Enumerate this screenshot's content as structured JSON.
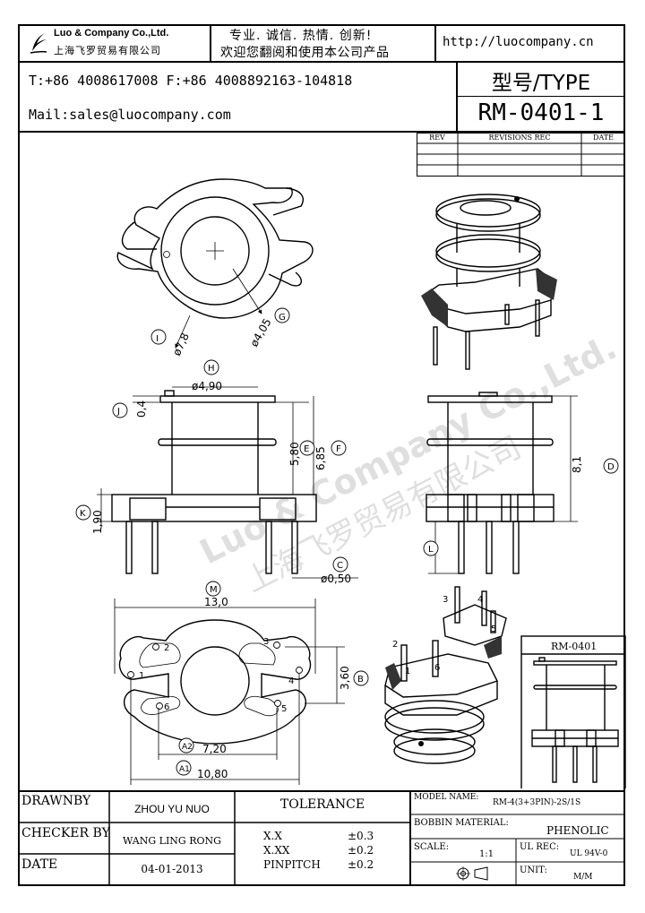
{
  "header": {
    "company_name": "Luo & Company Co.,Ltd.",
    "company_name_cn": "上海飞罗贸易有限公司",
    "slogan_line1": "专业. 诚信. 热情. 创新!",
    "slogan_line2": "欢迎您翻阅和使用本公司产品",
    "website": "http://luocompany.cn",
    "phone_fax": "T:+86 4008617008 F:+86 4008892163-104818",
    "mail": "Mail:sales@luocompany.com",
    "type_label": "型号/TYPE",
    "part_number": "RM-0401-1"
  },
  "revisions": {
    "col_rev": "REV",
    "col_revisions_rec": "REVISIONS REC",
    "col_date": "DATE"
  },
  "watermark": {
    "text_en": "Luo & Company Co.,Ltd.",
    "text_cn": "上海飞罗贸易有限公司"
  },
  "drawing": {
    "top_view": {
      "dia_outer": "ø7,8",
      "dia_inner": "ø4,05",
      "label_i": "I",
      "label_g": "G"
    },
    "front_view": {
      "dim_h": "ø4,90",
      "label_h": "H",
      "dim_j": "0,4",
      "label_j": "J",
      "dim_e": "5,80",
      "label_e": "E",
      "dim_f": "6,85",
      "label_f": "F",
      "dim_k": "1,90",
      "label_k": "K",
      "dim_c": "ø0,50",
      "label_c": "C"
    },
    "side_view": {
      "dim_d": "8,1",
      "label_d": "D",
      "dim_l": "",
      "label_l": "L"
    },
    "bottom_view": {
      "dim_m": "13,0",
      "label_m": "M",
      "dim_b": "3,60",
      "label_b": "B",
      "dim_a2": "7,20",
      "label_a2": "A2",
      "dim_a1": "10,80",
      "label_a1": "A1",
      "pins": [
        "1",
        "2",
        "3",
        "4",
        "5",
        "6"
      ]
    },
    "iso_pins": [
      "1",
      "2",
      "3",
      "4",
      "5",
      "6"
    ],
    "inset_title": "RM-0401"
  },
  "title_block": {
    "drawnby_label": "DRAWNBY",
    "drawnby_value": "ZHOU YU NUO",
    "checker_label": "CHECKER BY",
    "checker_value": "WANG LING RONG",
    "date_label": "DATE",
    "date_value": "04-01-2013",
    "tolerance_label": "TOLERANCE",
    "tol_rows": [
      {
        "k": "X.X",
        "v": "±0.3"
      },
      {
        "k": "X.XX",
        "v": "±0.2"
      },
      {
        "k": "PINPITCH",
        "v": "±0.2"
      }
    ],
    "model_name_label": "MODEL NAME:",
    "model_name_value": "RM-4(3+3PIN)-2S/1S",
    "bobbin_label": "BOBBIN MATERIAL:",
    "bobbin_value": "PHENOLIC",
    "scale_label": "SCALE:",
    "scale_value": "1:1",
    "ul_label": "UL REC:",
    "ul_value": "UL 94V-0",
    "unit_label": "UNIT:",
    "unit_value": "M/M"
  }
}
